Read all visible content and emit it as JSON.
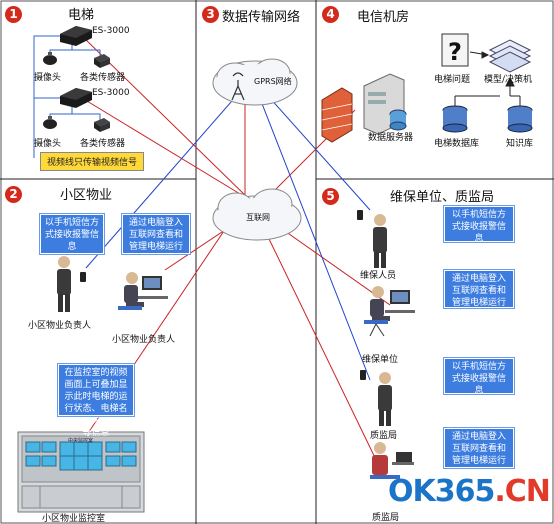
{
  "sections": {
    "s1": {
      "num": "1",
      "title": "电梯"
    },
    "s2": {
      "num": "2",
      "title": "小区物业"
    },
    "s3": {
      "num": "3",
      "title": "数据传输网络"
    },
    "s4": {
      "num": "4",
      "title": "电信机房"
    },
    "s5": {
      "num": "5",
      "title": "维保单位、质监局"
    }
  },
  "elevator": {
    "device1": "ES-3000",
    "device2": "ES-3000",
    "camera": "摄像头",
    "sensor": "各类传感器",
    "note": "视频线只传输视频信号"
  },
  "network": {
    "gprs": "GPRS网络",
    "internet": "互联网"
  },
  "datacenter": {
    "server": "数据服务器",
    "problem": "电梯问题",
    "model": "模型/决策机",
    "db": "电梯数据库",
    "kb": "知识库"
  },
  "property": {
    "note_sms": "以手机短信方式接收报警信息",
    "note_pc": "通过电脑登入互联网查看和管理电梯运行状态",
    "person_sms": "小区物业负责人",
    "person_pc": "小区物业负责人",
    "note_monitor": "在监控室的视频画面上可叠加显示此时电梯的运行状态、电梯名称、开关门状态等信息",
    "monitor_room": "小区物业监控室",
    "monitor_screen_title": "中央监控室"
  },
  "maintenance": {
    "note1": "以手机短信方式接收报警信息",
    "person1": "维保人员",
    "note2": "通过电脑登入互联网查看和管理电梯运行状态",
    "person2": "维保单位",
    "note3": "以手机短信方式接收报警信息",
    "person3": "质监局",
    "note4": "通过电脑登入互联网查看和管理电梯运行状态",
    "person4": "质监局"
  },
  "watermark": {
    "part1": "OK365",
    "part2": ".CN"
  },
  "colors": {
    "red_line": "#cc2222",
    "blue_line": "#2244cc",
    "note_blue": "#3d7de0",
    "yellow": "#ffdb2e",
    "badge_red": "#d42a1c"
  }
}
